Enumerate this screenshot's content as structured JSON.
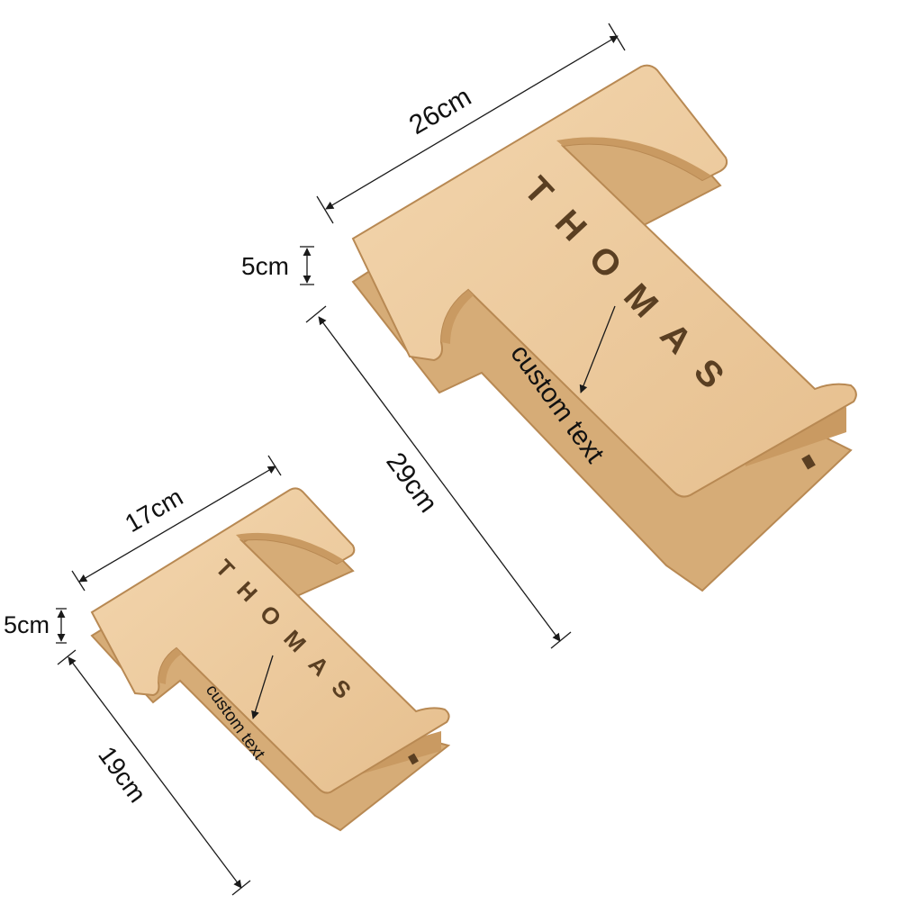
{
  "colors": {
    "wood_face": "#ecc99c",
    "wood_edge": "#d6ac77",
    "wood_shadow": "#b88953",
    "dimension_line": "#1a1a1a",
    "engraving": "#5a3f22"
  },
  "large_letter": {
    "letter": "T",
    "engraved_name": "THOMAS",
    "width_label": "26cm",
    "height_label": "29cm",
    "depth_label": "5cm",
    "callout_label": "custom text"
  },
  "small_letter": {
    "letter": "T",
    "engraved_name": "THOMAS",
    "width_label": "17cm",
    "height_label": "19cm",
    "depth_label": "5cm",
    "callout_label": "custom text"
  }
}
